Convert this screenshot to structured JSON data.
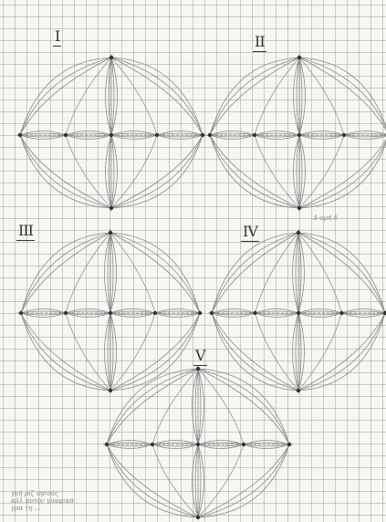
{
  "sheet": {
    "numerals": [
      "I",
      "II",
      "III",
      "IV",
      "V"
    ],
    "top_note": "Δ-ομή δ",
    "bottom_note_lines": [
      "γνή ρίζ ιησούς",
      "αλλ αυτής γραφικά",
      "γρα τη ..."
    ],
    "page_mark": "·"
  },
  "colors": {
    "ink": "#333333",
    "pencil": "#8a8a8a",
    "grid": "#9c9c9c"
  }
}
